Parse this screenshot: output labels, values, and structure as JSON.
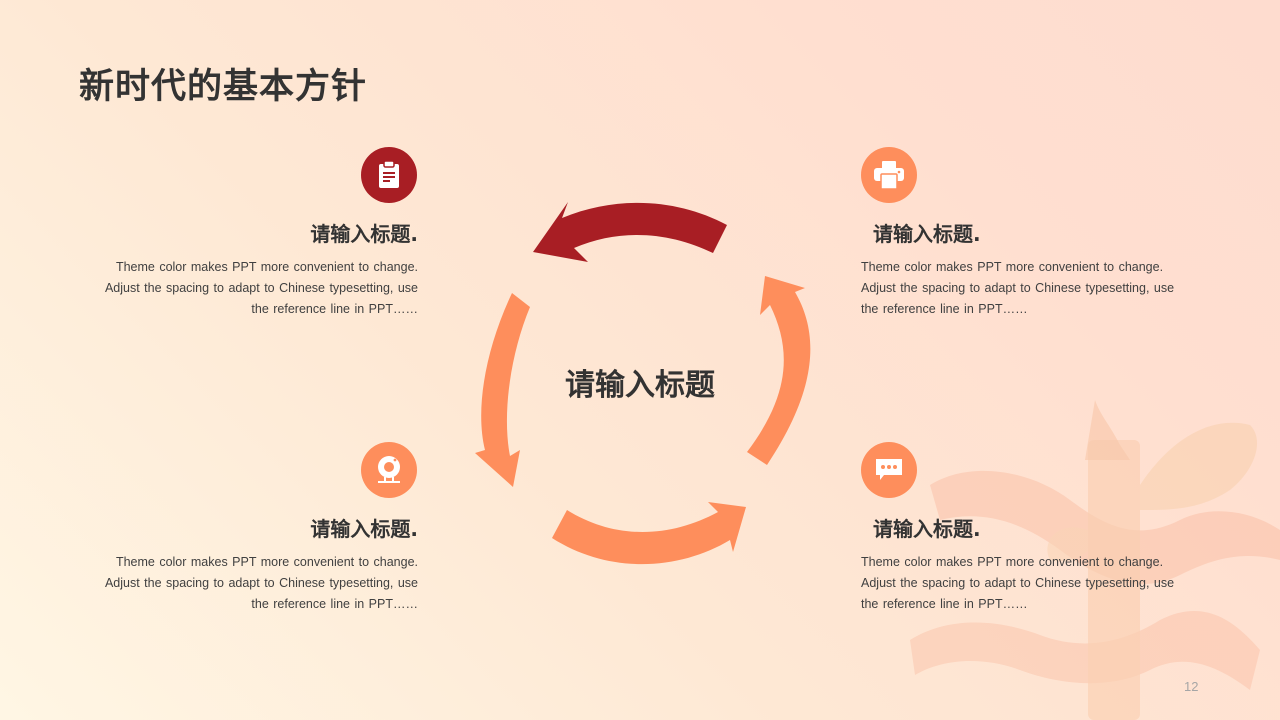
{
  "slide": {
    "title": "新时代的基本方针",
    "page_number": "12"
  },
  "colors": {
    "primary_red": "#a81e24",
    "accent_orange": "#fe8e5c",
    "text_dark": "#333333",
    "text_body": "#404040"
  },
  "center": {
    "title": "请输入标题"
  },
  "blocks": [
    {
      "position": "top-left",
      "icon": "clipboard-icon",
      "icon_color": "#a81e24",
      "title": "请输入标题.",
      "desc_line1": "Theme color makes PPT more convenient to change.",
      "desc_line2": "Adjust the spacing to adapt to Chinese typesetting, use",
      "desc_line3": "the reference line in PPT……"
    },
    {
      "position": "top-right",
      "icon": "printer-icon",
      "icon_color": "#fe8e5c",
      "title": "请输入标题.",
      "desc_line1": "Theme color makes PPT more convenient to change.",
      "desc_line2": "Adjust the spacing to adapt to Chinese typesetting, use",
      "desc_line3": "the reference line in PPT……"
    },
    {
      "position": "bottom-left",
      "icon": "webcam-icon",
      "icon_color": "#fe8e5c",
      "title": "请输入标题.",
      "desc_line1": "Theme color makes PPT more convenient to change.",
      "desc_line2": "Adjust the spacing to adapt to Chinese typesetting, use",
      "desc_line3": "the reference line in PPT……"
    },
    {
      "position": "bottom-right",
      "icon": "chat-bubble-icon",
      "icon_color": "#fe8e5c",
      "title": "请输入标题.",
      "desc_line1": "Theme color makes PPT more convenient to change.",
      "desc_line2": "Adjust the spacing to adapt to Chinese typesetting, use",
      "desc_line3": "the reference line in PPT……"
    }
  ],
  "cycle_arrows": [
    {
      "segment": "top",
      "direction": "counter-clockwise",
      "color": "#a81e24"
    },
    {
      "segment": "left",
      "direction": "counter-clockwise",
      "color": "#fe8e5c"
    },
    {
      "segment": "bottom",
      "direction": "counter-clockwise",
      "color": "#fe8e5c"
    },
    {
      "segment": "right",
      "direction": "counter-clockwise",
      "color": "#fe8e5c"
    }
  ]
}
